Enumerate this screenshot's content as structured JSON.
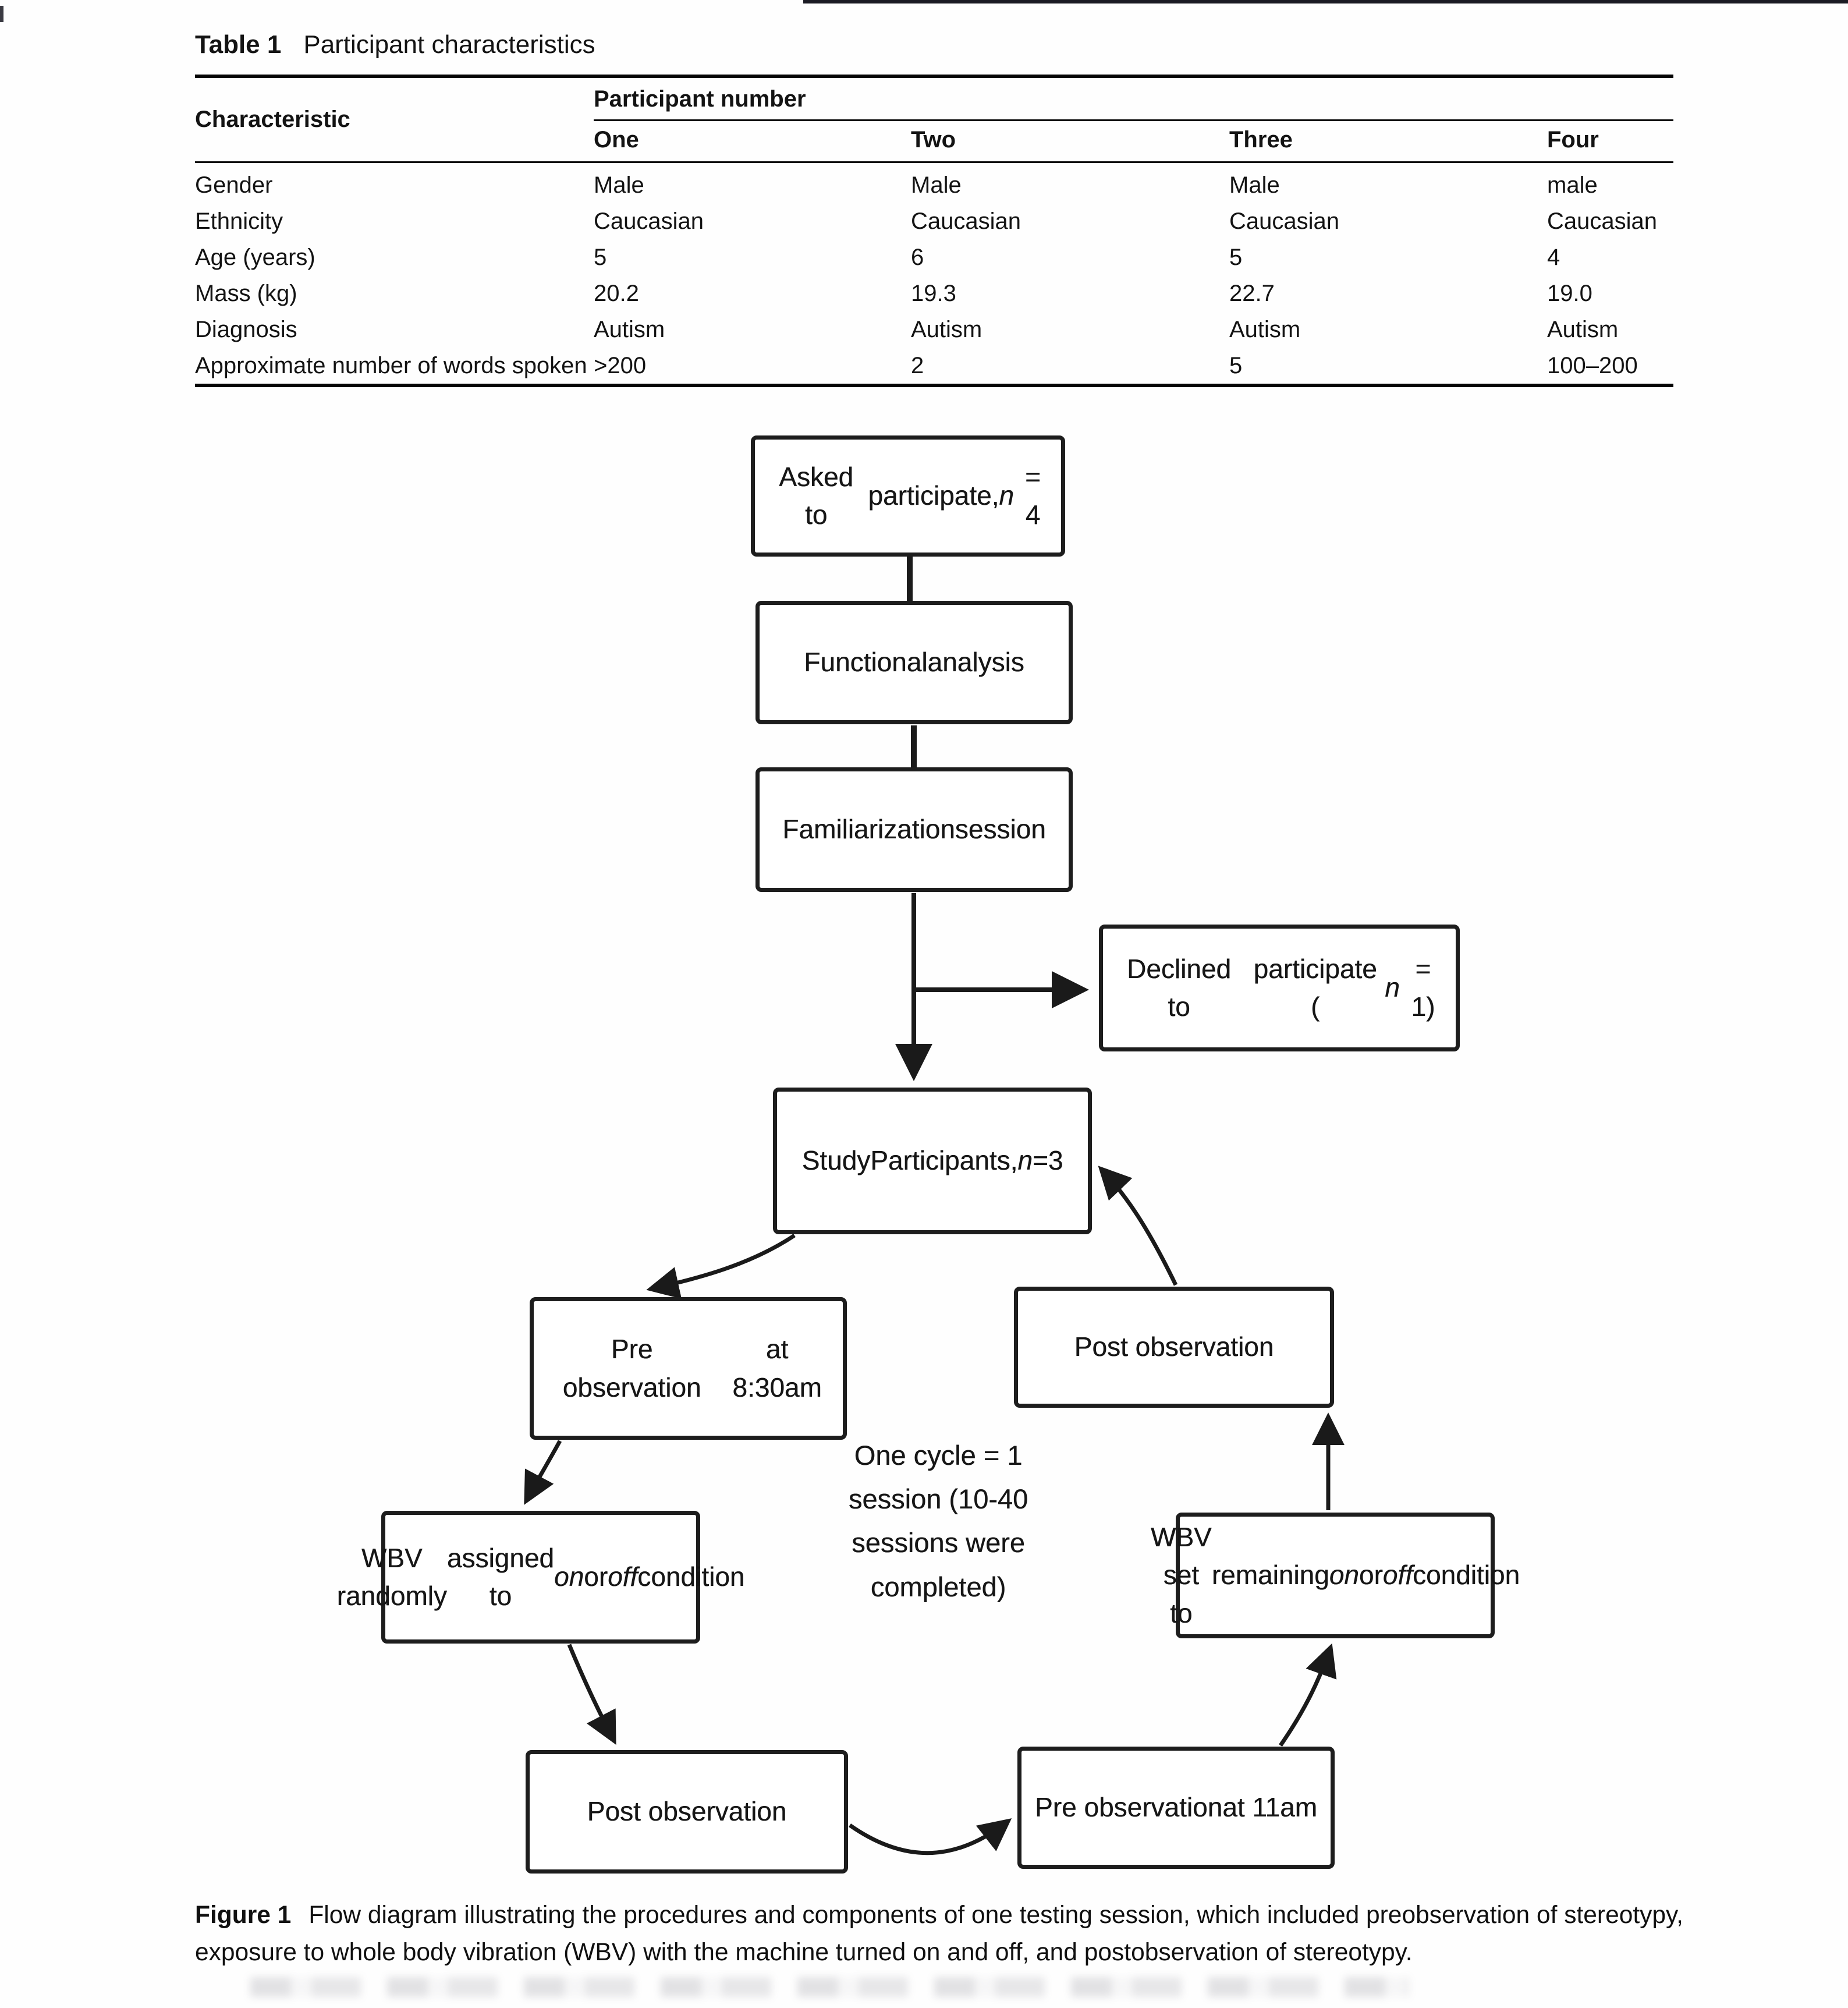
{
  "table": {
    "label": "Table 1",
    "title": "Participant characteristics",
    "row_header": "Characteristic",
    "col_group_header": "Participant number",
    "columns": [
      "One",
      "Two",
      "Three",
      "Four"
    ],
    "rows": [
      {
        "label": "Gender",
        "values": [
          "Male",
          "Male",
          "Male",
          "male"
        ]
      },
      {
        "label": "Ethnicity",
        "values": [
          "Caucasian",
          "Caucasian",
          "Caucasian",
          "Caucasian"
        ]
      },
      {
        "label": "Age (years)",
        "values": [
          "5",
          "6",
          "5",
          "4"
        ]
      },
      {
        "label": "Mass (kg)",
        "values": [
          "20.2",
          "19.3",
          "22.7",
          "19.0"
        ]
      },
      {
        "label": "Diagnosis",
        "values": [
          "Autism",
          "Autism",
          "Autism",
          "Autism"
        ]
      },
      {
        "label": "Approximate number of words spoken",
        "values": [
          ">200",
          "2",
          "5",
          "100–200"
        ]
      }
    ]
  },
  "flowchart": {
    "boxes": {
      "asked": [
        {
          "t": "Asked to"
        },
        {
          "br": true
        },
        {
          "t": "participate, "
        },
        {
          "t": "n",
          "i": true
        },
        {
          "t": " = 4"
        }
      ],
      "functional": [
        {
          "t": "Functional"
        },
        {
          "br": true
        },
        {
          "t": "analysis"
        }
      ],
      "familiarization": [
        {
          "t": "Familiarization"
        },
        {
          "br": true
        },
        {
          "t": "session"
        }
      ],
      "declined": [
        {
          "t": "Declined to"
        },
        {
          "br": true
        },
        {
          "t": "participate ("
        },
        {
          "t": "n",
          "i": true
        },
        {
          "t": " = 1)"
        }
      ],
      "study": [
        {
          "t": "Study"
        },
        {
          "br": true
        },
        {
          "t": "Participants, "
        },
        {
          "t": "n",
          "i": true
        },
        {
          "t": " ="
        },
        {
          "br": true
        },
        {
          "t": "3"
        }
      ],
      "pre830": [
        {
          "t": "Pre observation"
        },
        {
          "br": true
        },
        {
          "t": "at 8:30am"
        }
      ],
      "post_top": [
        {
          "t": "Post observation"
        }
      ],
      "wbv_random": [
        {
          "t": "WBV randomly"
        },
        {
          "br": true
        },
        {
          "t": "assigned to "
        },
        {
          "t": "on",
          "i": true
        },
        {
          "t": " or"
        },
        {
          "br": true
        },
        {
          "t": "off",
          "i": true
        },
        {
          "t": " condition"
        }
      ],
      "wbv_set": [
        {
          "t": "WBV set to"
        },
        {
          "br": true
        },
        {
          "t": "remaining "
        },
        {
          "t": "on",
          "i": true
        },
        {
          "t": " or"
        },
        {
          "br": true
        },
        {
          "t": "off",
          "i": true
        },
        {
          "t": " condition"
        }
      ],
      "post_bottom": [
        {
          "t": "Post observation"
        }
      ],
      "pre11": [
        {
          "t": "Pre observation"
        },
        {
          "br": true
        },
        {
          "t": "at 11am"
        }
      ]
    },
    "center_note": [
      {
        "t": "One cycle = 1"
      },
      {
        "br": true
      },
      {
        "t": "session (10-40"
      },
      {
        "br": true
      },
      {
        "t": "sessions were"
      },
      {
        "br": true
      },
      {
        "t": "completed)"
      }
    ]
  },
  "figure_caption": {
    "label": "Figure 1",
    "text": "Flow diagram illustrating the procedures and components of one testing session, which included preobservation of stereotypy, exposure to whole body vibration (WBV) with the machine turned on and off, and postobservation of stereotypy."
  }
}
